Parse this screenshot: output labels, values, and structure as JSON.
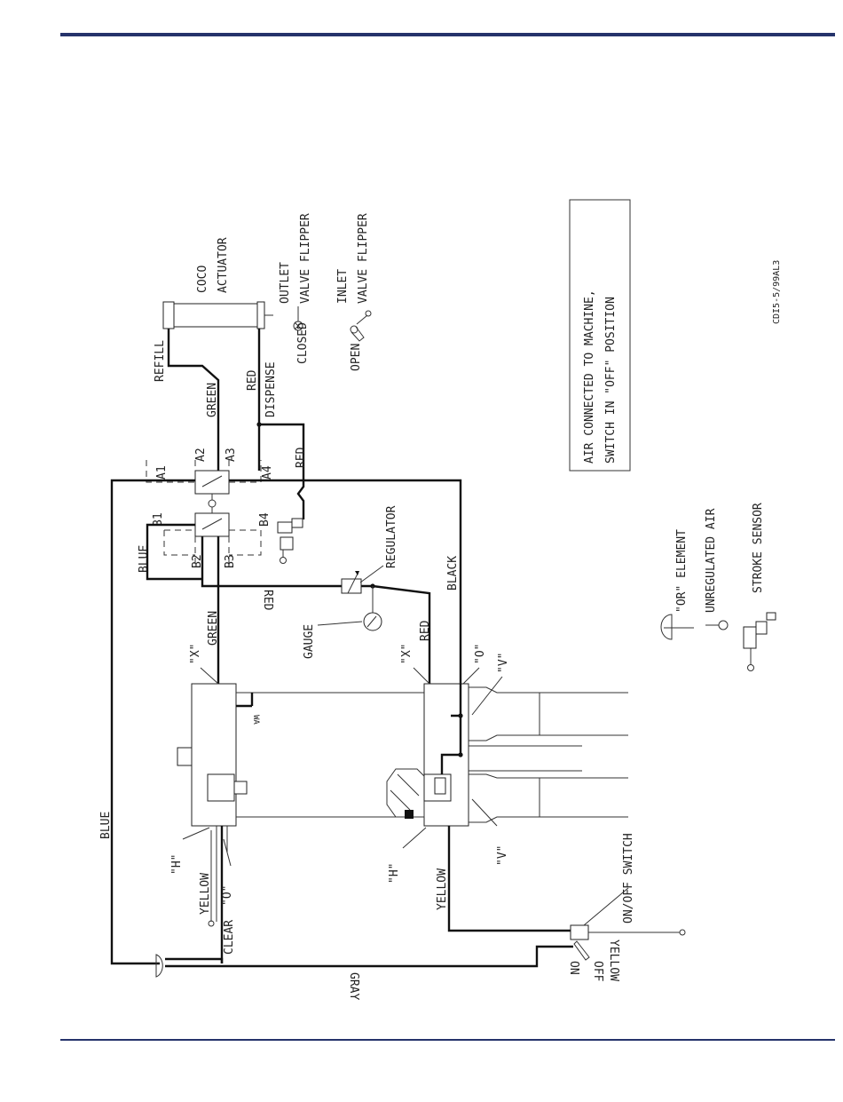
{
  "diagram": {
    "note": {
      "line1": "AIR CONNECTED TO MACHINE,",
      "line2": "SWITCH IN \"OFF\" POSITION"
    },
    "drawing_code": "CDI5-5/99AL3",
    "legend": [
      {
        "symbol": "or-element-icon",
        "label": "\"OR\" ELEMENT"
      },
      {
        "symbol": "unregulated-air-icon",
        "label": "UNREGULATED AIR"
      },
      {
        "symbol": "stroke-sensor-icon",
        "label": "STROKE SENSOR"
      }
    ],
    "components": {
      "actuator": {
        "line1": "COCO",
        "line2": "ACTUATOR"
      },
      "outlet_flipper": {
        "line1": "OUTLET",
        "line2": "VALVE FLIPPER",
        "state": "CLOSED"
      },
      "inlet_flipper": {
        "line1": "INLET",
        "line2": "VALVE FLIPPER",
        "state": "OPEN"
      },
      "regulator": "REGULATOR",
      "gauge": "GAUGE",
      "switch": "ON/OFF SWITCH",
      "switch_on": "ON",
      "switch_off": "OFF"
    },
    "ports": [
      "A1",
      "A2",
      "A3",
      "A4",
      "B1",
      "B2",
      "B3",
      "B4"
    ],
    "markers": {
      "x": "\"X\"",
      "h": "\"H\"",
      "o": "\"O\"",
      "v": "\"V\"",
      "wa": "WA"
    },
    "hoses": {
      "refill": "REFILL",
      "green": "GREEN",
      "red": "RED",
      "dispense": "DISPENSE",
      "blue": "BLUE",
      "black": "BLACK",
      "yellow": "YELLOW",
      "clear": "CLEAR",
      "gray": "GRAY"
    }
  }
}
